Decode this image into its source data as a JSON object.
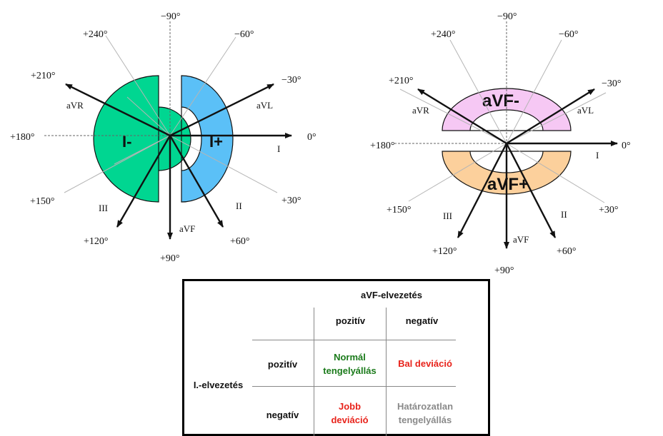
{
  "left_diagram": {
    "angle_labels": {
      "m90": "−90°",
      "m60": "−60°",
      "m30": "−30°",
      "p0": "0°",
      "p30": "+30°",
      "p60": "+60°",
      "p90": "+90°",
      "p120": "+120°",
      "p150": "+150°",
      "p180": "+180°",
      "p210": "+210°",
      "p240": "+240°"
    },
    "leads": {
      "I": "I",
      "II": "II",
      "III": "III",
      "aVR": "aVR",
      "aVL": "aVL",
      "aVF": "aVF"
    },
    "sectors": {
      "negative": "I-",
      "positive": "I+"
    },
    "colors": {
      "negative": "#00d691",
      "positive": "#5bc0f7"
    }
  },
  "right_diagram": {
    "angle_labels": {
      "m90": "−90°",
      "m60": "−60°",
      "m30": "−30°",
      "p0": "0°",
      "p30": "+30°",
      "p60": "+60°",
      "p90": "+90°",
      "p120": "+120°",
      "p150": "+150°",
      "p180": "+180°",
      "p210": "+210°",
      "p240": "+240°"
    },
    "leads": {
      "I": "I",
      "II": "II",
      "III": "III",
      "aVR": "aVR",
      "aVL": "aVL",
      "aVF": "aVF"
    },
    "sectors": {
      "negative": "aVF-",
      "positive": "aVF+"
    },
    "colors": {
      "negative": "#f6c8f4",
      "positive": "#fcd09c"
    }
  },
  "table": {
    "col_group_header": "aVF-elvezetés",
    "row_group_header": "I.-elvezetés",
    "col_headers": [
      "pozitív",
      "negatív"
    ],
    "row_headers": [
      "pozitív",
      "negatív"
    ],
    "cells": {
      "pos_pos": [
        "Normál",
        "tengelyállás"
      ],
      "pos_neg": [
        "Bal deviáció"
      ],
      "neg_pos": [
        "Jobb",
        "deviáció"
      ],
      "neg_neg": [
        "Határozatlan",
        "tengelyállás"
      ]
    },
    "colors": {
      "pos_pos": "#1a7a1a",
      "pos_neg": "#e8231b",
      "neg_pos": "#e8231b",
      "neg_neg": "#8a8a8a"
    }
  }
}
